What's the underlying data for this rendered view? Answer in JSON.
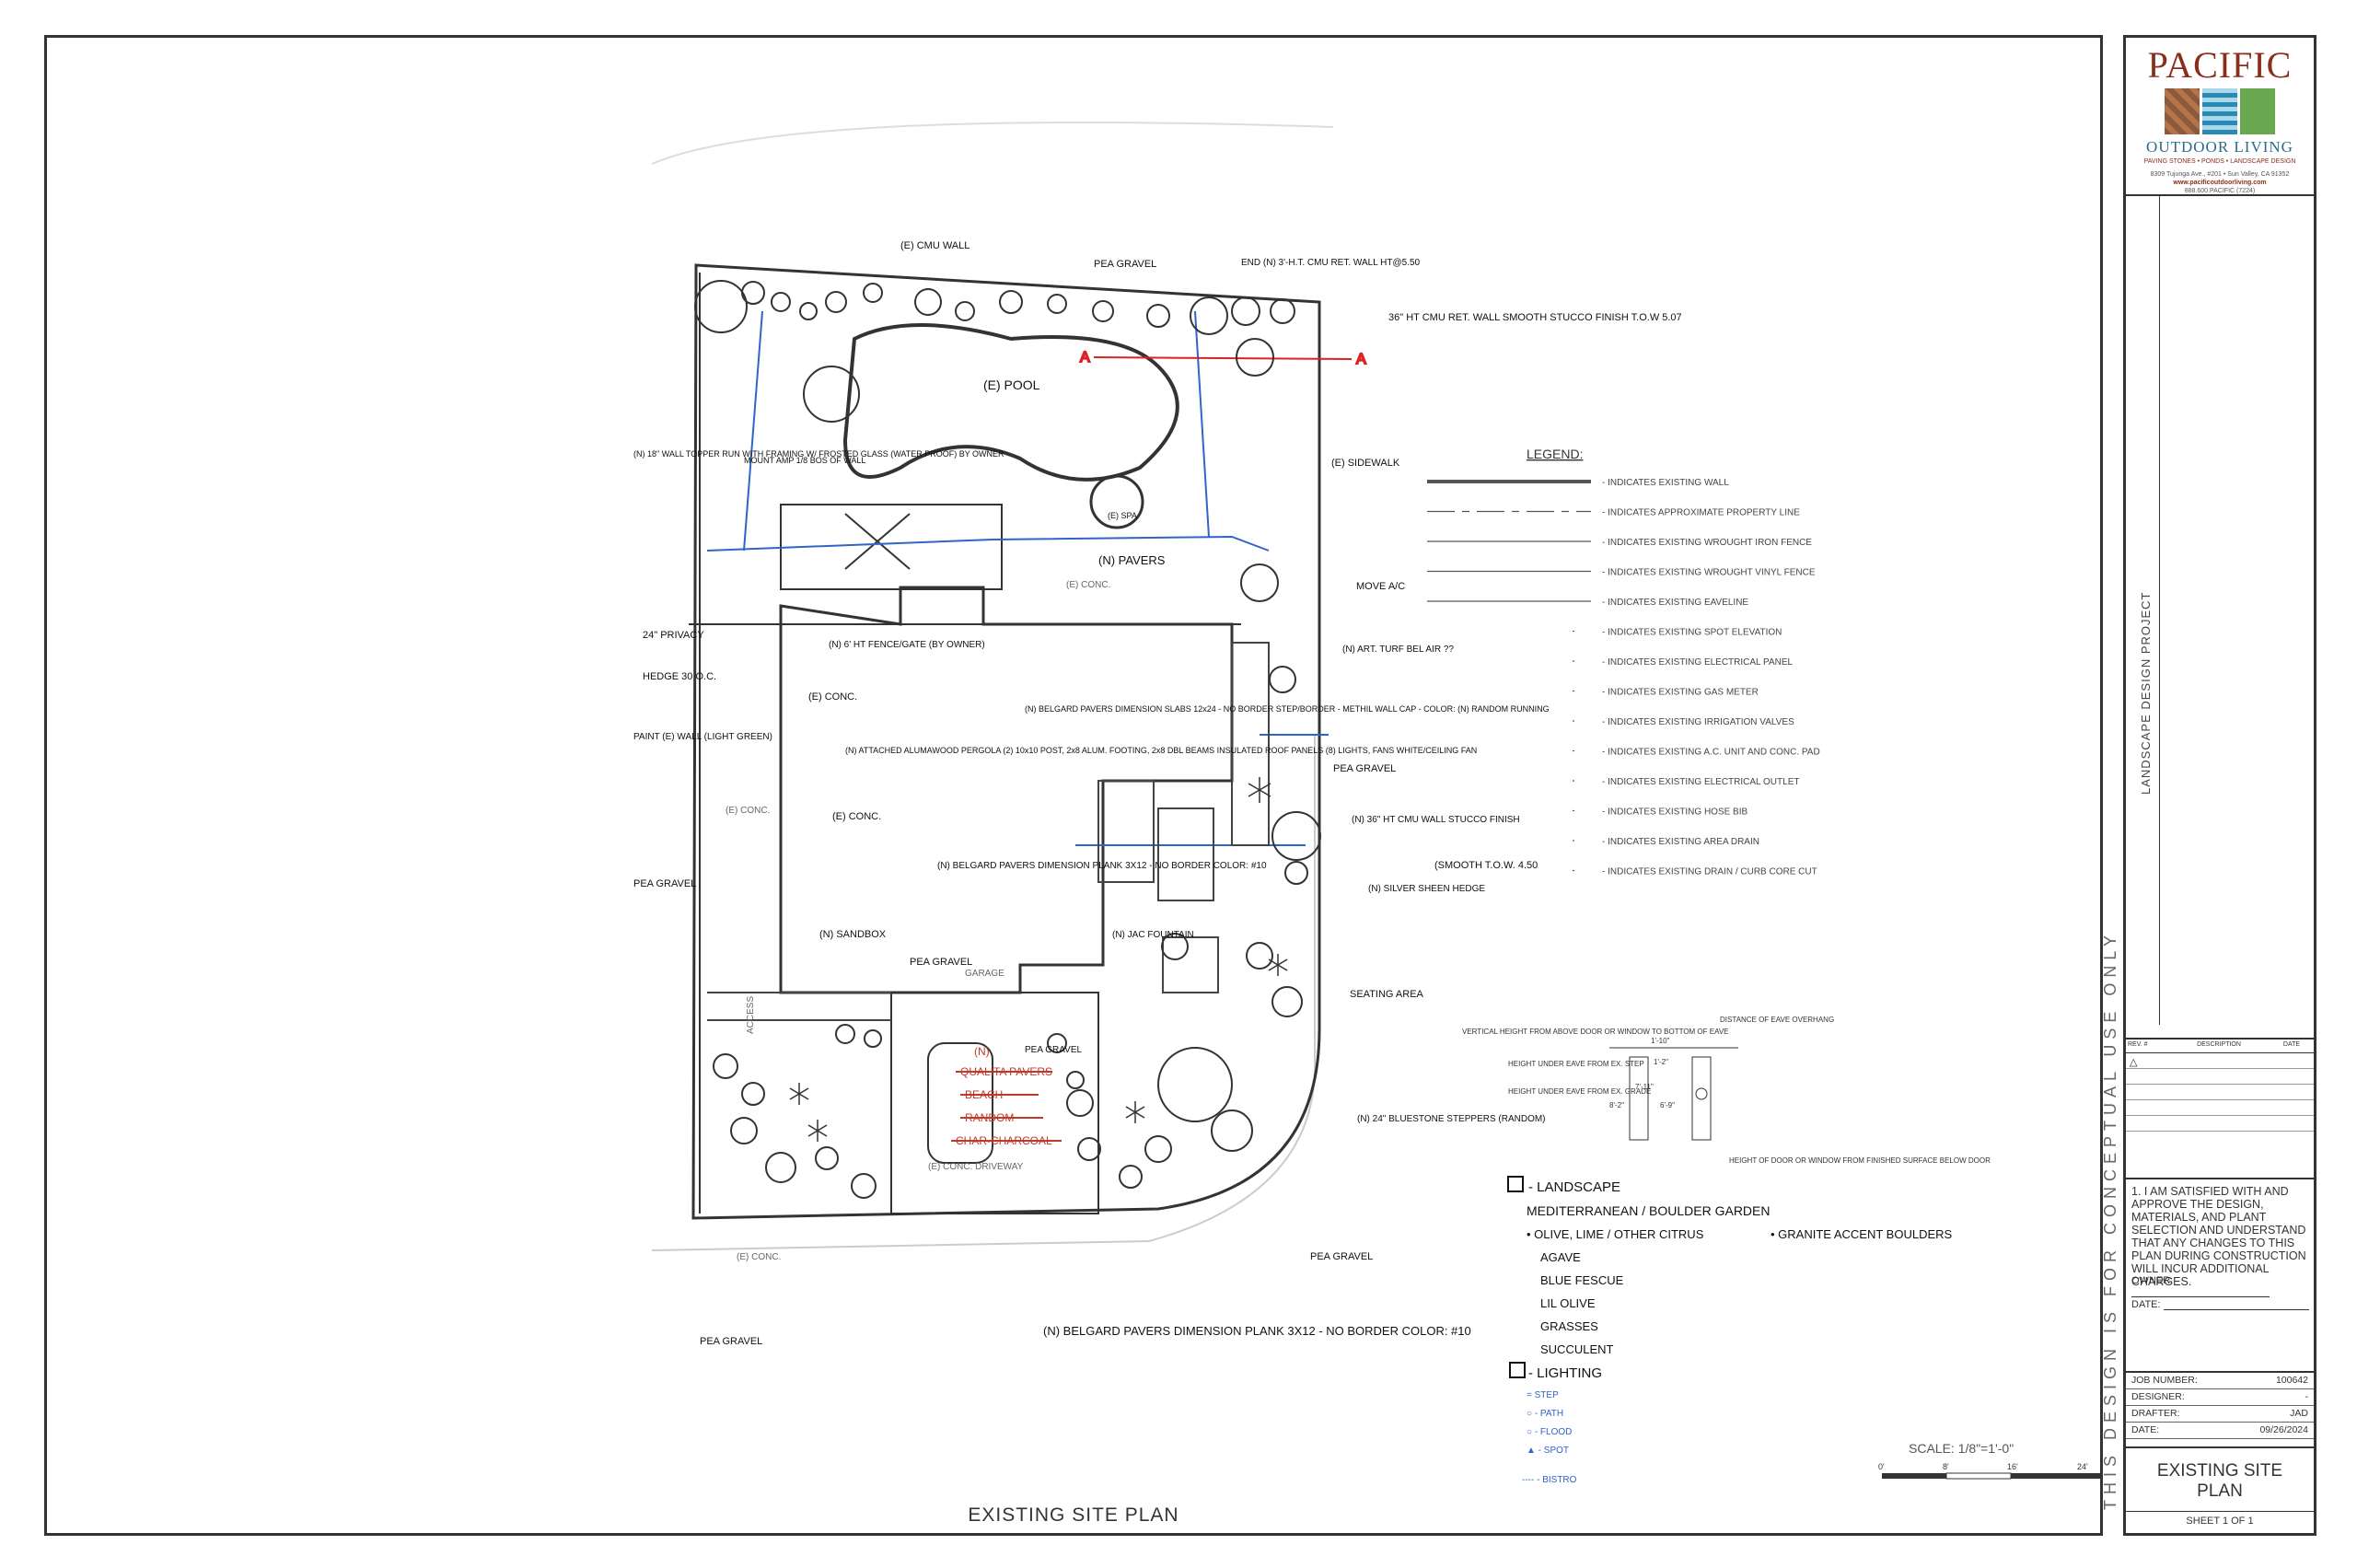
{
  "sheet_title": "EXISTING SITE PLAN",
  "concept_note": "THIS DESIGN IS FOR CONCEPTUAL USE ONLY",
  "company": {
    "name": "PACIFIC",
    "sub": "OUTDOOR LIVING",
    "tagline": "PAVING STONES • PONDS • LANDSCAPE DESIGN",
    "address": "8309 Tujunga Ave., #201 • Sun Valley, CA 91352",
    "website": "www.pacificoutdoorliving.com",
    "phone": "888.600.PACIFIC (7224)",
    "colors": {
      "brand": "#8a2e1c",
      "water": "#2a6b8a"
    }
  },
  "project_label": "LANDSCAPE DESIGN PROJECT",
  "revisions": {
    "col_rev": "REV. #",
    "col_desc": "DESCRIPTION",
    "col_date": "DATE"
  },
  "approval_note": "1. I AM SATISFIED WITH AND APPROVE THE DESIGN, MATERIALS, AND PLANT SELECTION AND UNDERSTAND THAT ANY CHANGES TO THIS PLAN DURING CONSTRUCTION WILL INCUR ADDITIONAL CHARGES.",
  "owner_label": "OWNER:",
  "date_label": "DATE:",
  "job_info": [
    {
      "label": "JOB NUMBER:",
      "value": "100642"
    },
    {
      "label": "DESIGNER:",
      "value": "-"
    },
    {
      "label": "DRAFTER:",
      "value": "JAD"
    },
    {
      "label": "DATE:",
      "value": "09/26/2024"
    }
  ],
  "sheet_name_l1": "EXISTING SITE",
  "sheet_name_l2": "PLAN",
  "sheet_num": "SHEET 1 OF 1",
  "legend": {
    "title": "LEGEND:",
    "items": [
      "- INDICATES EXISTING WALL",
      "- INDICATES APPROXIMATE PROPERTY LINE",
      "- INDICATES EXISTING WROUGHT IRON FENCE",
      "- INDICATES EXISTING WROUGHT VINYL FENCE",
      "- INDICATES EXISTING EAVELINE",
      "- INDICATES EXISTING SPOT ELEVATION",
      "- INDICATES EXISTING ELECTRICAL PANEL",
      "- INDICATES EXISTING GAS METER",
      "- INDICATES EXISTING IRRIGATION VALVES",
      "- INDICATES EXISTING A.C. UNIT AND CONC. PAD",
      "- INDICATES EXISTING ELECTRICAL OUTLET",
      "- INDICATES EXISTING HOSE BIB",
      "- INDICATES EXISTING AREA DRAIN",
      "- INDICATES EXISTING DRAIN / CURB CORE CUT"
    ]
  },
  "eave_detail": {
    "vertical": "VERTICAL HEIGHT FROM ABOVE DOOR OR WINDOW TO BOTTOM OF EAVE",
    "distance": "DISTANCE OF EAVE OVERHANG",
    "step": "HEIGHT UNDER EAVE FROM EX. STEP",
    "grade": "HEIGHT UNDER EAVE FROM EX. GRADE",
    "door": "HEIGHT OF DOOR OR WINDOW FROM FINISHED SURFACE BELOW DOOR",
    "d1": "1'-10\"",
    "d2": "1'-2\"",
    "d3": "7'-11\"",
    "d4": "8'-2\"",
    "d5": "6'-9\""
  },
  "scale": {
    "label": "SCALE: 1/8\"=1'-0\"",
    "t0": "0'",
    "t1": "8'",
    "t2": "16'",
    "t3": "24'"
  },
  "plan_labels": {
    "pool": "(E) POOL",
    "spa": "(E) SPA",
    "garage": "GARAGE",
    "driveway": "(E) CONC. DRIVEWAY",
    "conc1": "(E) CONC.",
    "conc2": "(E) CONC.",
    "conc3": "(E) CONC.",
    "access": "ACCESS"
  },
  "hand_notes": {
    "cmu_wall": "(E) CMU WALL",
    "pea_gravel_top": "PEA GRAVEL",
    "end_wall": "END (N) 3'-H.T. CMU RET. WALL HT@5.50",
    "ret_wall": "36\" HT CMU RET. WALL SMOOTH STUCCO FINISH T.O.W 5.07",
    "pool": "(E) POOL",
    "spa": "(E) SPA",
    "pavers_mid": "(N) PAVERS",
    "sidewalk": "(E) SIDEWALK",
    "move_ac": "MOVE A/C",
    "art_turf": "(N) ART. TURF BEL AIR ??",
    "pea_gravel_r": "PEA GRAVEL",
    "retwall2": "(N) 36\" HT CMU WALL STUCCO FINISH",
    "smooth": "(SMOOTH T.O.W. 4.50",
    "silver": "(N) SILVER SHEEN HEDGE",
    "seating": "SEATING AREA",
    "stepping": "(N) 24\" BLUESTONE STEPPERS (RANDOM)",
    "pea_gravel_br": "PEA GRAVEL",
    "pea_gravel_bl": "PEA GRAVEL",
    "pea_gravel_l": "PEA GRAVEL",
    "paint": "PAINT (E) WALL (LIGHT GREEN)",
    "hedge": "HEDGE 30 O.C.",
    "privacy": "24\" PRIVACY",
    "wall_tower": "(N) 18\" WALL TOPPER RUN WITH FRAMING W/ FROSTED GLASS (WATER PROOF) BY OWNER",
    "mount": "MOUNT AMP 1/8 BOS OF WALL",
    "fence": "(N) 6' HT FENCE/GATE (BY OWNER)",
    "conc": "(E) CONC.",
    "attached": "(N) ATTACHED ALUMAWOOD PERGOLA (2) 10x10 POST, 2x8 ALUM. FOOTING, 2x8 DBL BEAMS INSULATED ROOF PANELS (8) LIGHTS, FANS WHITE/CEILING FAN",
    "conc_e": "(E) CONC.",
    "belgard1": "(N) BELGARD PAVERS DIMENSION SLABS 12x24 - NO BORDER STEP/BORDER - METHIL WALL CAP - COLOR: (N) RANDOM RUNNING",
    "belgard2": "(N) BELGARD PAVERS DIMENSION PLANK 3X12 - NO BORDER COLOR: #10",
    "belgard3": "(N) BELGARD PAVERS DIMENSION PLANK 3X12 - NO BORDER COLOR: #10",
    "sandbox": "(N) SANDBOX",
    "pea_mid": "PEA GRAVEL",
    "jac": "(N) JAC FOUNTAIN",
    "strike1": "(N)",
    "strike2": "QUALITA PAVERS",
    "strike3": "BEACH",
    "strike4": "RANDOM",
    "strike5": "CHAR-CHARCOAL",
    "pea_gravel_center": "PEA GRAVEL"
  },
  "schedule": {
    "landscape_title": "- LANDSCAPE",
    "landscape_sub": "MEDITERRANEAN / BOULDER GARDEN",
    "items": [
      "• OLIVE, LIME / OTHER CITRUS",
      "AGAVE",
      "BLUE FESCUE",
      "LIL OLIVE",
      "GRASSES",
      "SUCCULENT"
    ],
    "boulders": "• GRANITE ACCENT BOULDERS",
    "lighting_title": "- LIGHTING",
    "lighting": [
      "= STEP",
      "○ - PATH",
      "○ - FLOOD",
      "▲ - SPOT",
      "---- - BISTRO"
    ]
  }
}
